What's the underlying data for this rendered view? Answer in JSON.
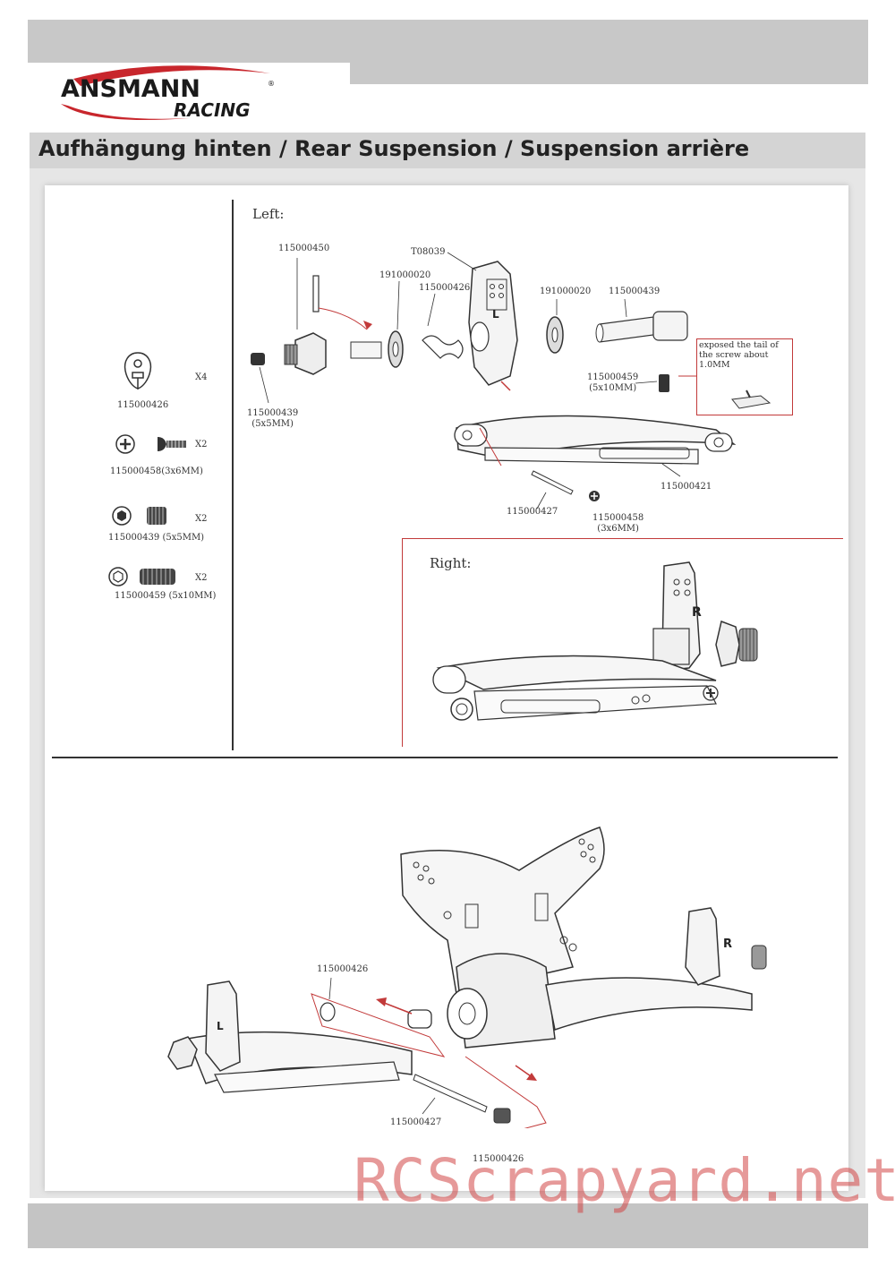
{
  "header": {
    "brand_main": "ANSMANN",
    "brand_sub": "RACING",
    "title": "Aufhängung hinten / Rear Suspension / Suspension arrière"
  },
  "parts_list": [
    {
      "code": "115000426",
      "qty": "X4",
      "icon": "clip-icon"
    },
    {
      "code": "115000458(3x6MM)",
      "qty": "X2",
      "icon": "screw-icon"
    },
    {
      "code": "115000439 (5x5MM)",
      "qty": "X2",
      "icon": "setscrew-icon"
    },
    {
      "code": "115000459 (5x10MM)",
      "qty": "X2",
      "icon": "setscrew-long-icon"
    }
  ],
  "left_diagram": {
    "heading": "Left:",
    "labels": {
      "pin_top": "115000450",
      "bearing_left": "191000020",
      "upright": "T08039",
      "clip": "115000426",
      "bearing_right": "191000020",
      "axle": "115000439",
      "setscrew_small": "115000439",
      "setscrew_small_size": "(5x5MM)",
      "setscrew_long": "115000459",
      "setscrew_long_size": "(5x10MM)",
      "arm": "115000421",
      "hinge_pin": "115000427",
      "screw": "115000458",
      "screw_size": "(3x6MM)"
    },
    "note": "exposed the tail of the screw about 1.0MM",
    "upright_mark": "L"
  },
  "right_diagram": {
    "heading": "Right:",
    "upright_mark": "R"
  },
  "bottom_diagram": {
    "labels": {
      "clip_top": "115000426",
      "hinge_pin": "115000427",
      "clip_bottom": "115000426"
    },
    "left_mark": "L",
    "right_mark": "R"
  },
  "watermark": "RCScrapyard.net"
}
